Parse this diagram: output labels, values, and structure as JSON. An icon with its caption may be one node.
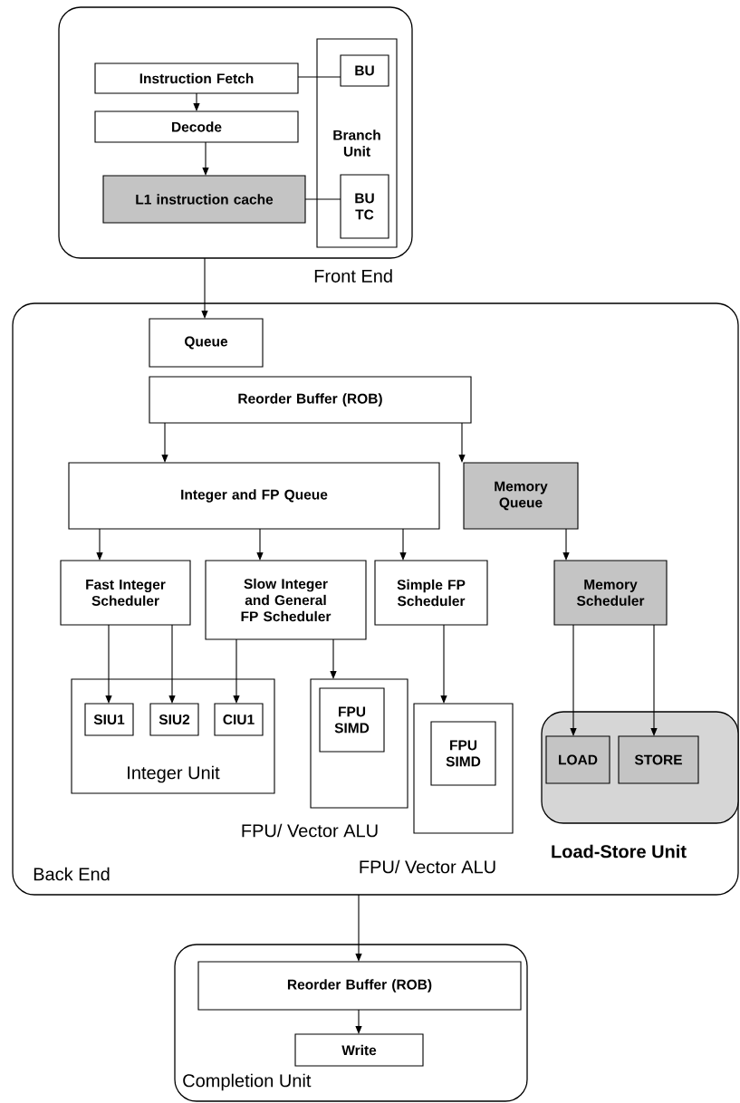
{
  "diagram": {
    "nodes": [
      {
        "text": [
          "Front End"
        ]
      },
      {
        "text": [
          "Instruction Fetch"
        ],
        "in": 0
      },
      {
        "text": [
          "Decode"
        ],
        "in": 0
      },
      {
        "text": [
          "L1 instruction cache"
        ],
        "in": 0
      },
      {
        "text": [
          "Branch Unit"
        ],
        "in": 0
      },
      {
        "text": [
          "BU"
        ],
        "in": 4
      },
      {
        "text": [
          "BU TC"
        ],
        "in": 4
      },
      {
        "text": [
          "Back End"
        ]
      },
      {
        "text": [
          "Queue"
        ],
        "in": 7
      },
      {
        "text": [
          "Reorder Buffer (ROB)"
        ],
        "in": 7
      },
      {
        "text": [
          "Integer and FP Queue"
        ],
        "in": 7
      },
      {
        "text": [
          "Memory Queue"
        ],
        "in": 7
      },
      {
        "text": [
          "Fast Integer Scheduler"
        ],
        "in": 7
      },
      {
        "text": [
          "Slow Integer and General FP Scheduler"
        ],
        "in": 7
      },
      {
        "text": [
          "Simple FP Scheduler"
        ],
        "in": 7
      },
      {
        "text": [
          "Memory Scheduler"
        ],
        "in": 7
      },
      {
        "text": [
          "Integer Unit"
        ],
        "in": 7
      },
      {
        "text": [
          "SIU1"
        ],
        "in": 16
      },
      {
        "text": [
          "SIU2"
        ],
        "in": 16
      },
      {
        "text": [
          "CIU1"
        ],
        "in": 16
      },
      {
        "text": [
          "FPU/ Vector ALU"
        ],
        "in": 7
      },
      {
        "text": [
          "FPU SIMD"
        ],
        "in": 20
      },
      {
        "text": [
          "FPU/ Vector ALU"
        ],
        "in": 7
      },
      {
        "text": [
          "FPU SIMD"
        ],
        "in": 22
      },
      {
        "text": [
          "Load-Store Unit"
        ],
        "in": 7
      },
      {
        "text": [
          "LOAD"
        ],
        "in": 24
      },
      {
        "text": [
          "STORE"
        ],
        "in": 24
      },
      {
        "text": [
          "Completion Unit"
        ]
      },
      {
        "text": [
          "Reorder Buffer (ROB)"
        ],
        "in": 27
      },
      {
        "text": [
          "Write"
        ],
        "in": 27
      }
    ],
    "edges": [
      {
        "from": 1,
        "to": 2,
        "arrow": "to"
      },
      {
        "from": 2,
        "to": 3,
        "arrow": "to"
      },
      {
        "from": 1,
        "to": 5,
        "arrow": "none"
      },
      {
        "from": 3,
        "to": 6,
        "arrow": "none"
      },
      {
        "from": 0,
        "to": 8,
        "arrow": "to"
      },
      {
        "from": 9,
        "to": 10,
        "arrow": "to"
      },
      {
        "from": 9,
        "to": 11,
        "arrow": "to"
      },
      {
        "from": 10,
        "to": 12,
        "arrow": "to"
      },
      {
        "from": 10,
        "to": 13,
        "arrow": "to"
      },
      {
        "from": 10,
        "to": 14,
        "arrow": "to"
      },
      {
        "from": 11,
        "to": 15,
        "arrow": "to"
      },
      {
        "from": 12,
        "to": 17,
        "arrow": "to"
      },
      {
        "from": 12,
        "to": 18,
        "arrow": "to"
      },
      {
        "from": 13,
        "to": 19,
        "arrow": "to"
      },
      {
        "from": 13,
        "to": 20,
        "arrow": "to"
      },
      {
        "from": 14,
        "to": 22,
        "arrow": "to"
      },
      {
        "from": 15,
        "to": 25,
        "arrow": "to"
      },
      {
        "from": 15,
        "to": 26,
        "arrow": "to"
      },
      {
        "from": 7,
        "to": 28,
        "arrow": "to"
      },
      {
        "from": 28,
        "to": 29,
        "arrow": "to"
      }
    ]
  }
}
